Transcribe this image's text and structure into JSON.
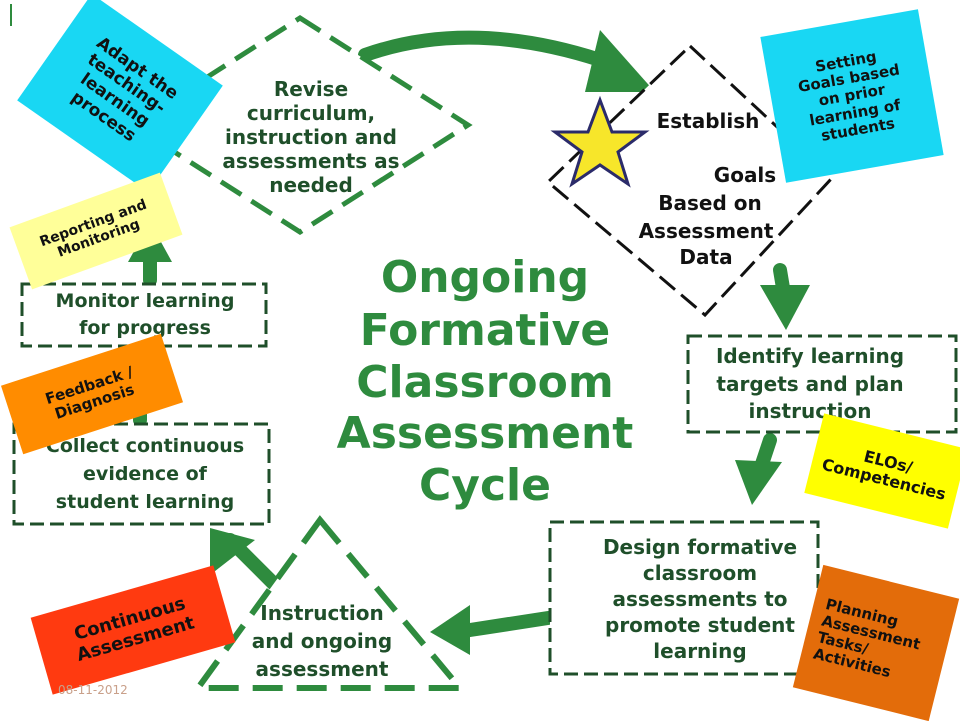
{
  "colors": {
    "primary": "#2e8b3e",
    "dark_green": "#1f4f2a",
    "cyan": "#19d7f3",
    "yellow_light": "#ffff99",
    "orange": "#ff8c00",
    "yellow": "#ffff00",
    "red_orange": "#ff3a10",
    "dark_orange": "#e36c0a",
    "star": "#f7e62a"
  },
  "cycle": {
    "title_lines": [
      "Ongoing",
      "Formative",
      "Classroom",
      "Assessment",
      "Cycle"
    ],
    "nodes": {
      "revise": [
        "Revise",
        "curriculum,",
        "instruction and",
        "assessments as",
        "needed"
      ],
      "establish": [
        "Establish",
        "Goals",
        "Based on",
        "Assessment",
        "Data"
      ],
      "identify": [
        "Identify learning",
        "targets and plan",
        "instruction"
      ],
      "design": [
        "Design formative",
        "classroom",
        "assessments to",
        "promote student",
        "learning"
      ],
      "instruction": [
        "Instruction",
        "and ongoing",
        "assessment"
      ],
      "collect": [
        "Collect continuous",
        "evidence of",
        "student learning"
      ],
      "monitor": [
        "Monitor learning",
        "for progress"
      ]
    }
  },
  "notes": {
    "adapt": [
      "Adapt the",
      "teaching-",
      "learning",
      "process"
    ],
    "setting_goals": [
      "Setting",
      "Goals based",
      "on prior",
      "learning of",
      "students"
    ],
    "reporting": [
      "Reporting and",
      "Monitoring"
    ],
    "feedback": [
      "Feedback /",
      "Diagnosis"
    ],
    "elos": [
      "ELOs/",
      "Competencies"
    ],
    "continuous": [
      "Continuous",
      "Assessment"
    ],
    "planning": [
      "Planning",
      "Assessment",
      "Tasks/",
      "Activities"
    ]
  },
  "date_label": "08-11-2012"
}
